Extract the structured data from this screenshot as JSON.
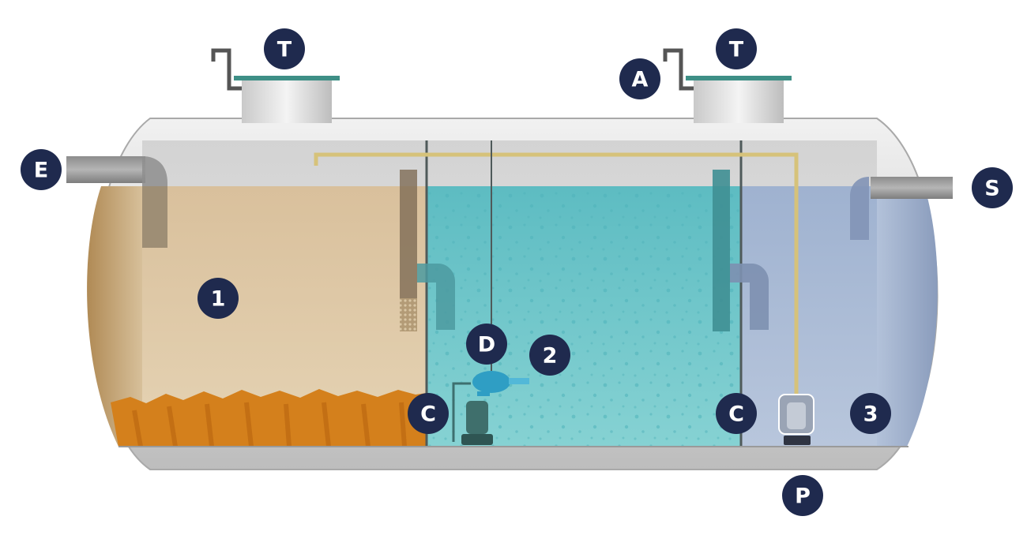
{
  "colors": {
    "badge": "#1f2a4e",
    "badge_text": "#ffffff",
    "tank_shell": "#dcdcdc",
    "chamber_1_water": "#d2b892",
    "sludge": "#d4801c",
    "chamber_2_water": "#6cc4c8",
    "chamber_3_water": "#a7b8d3",
    "air_line": "#d6c27a",
    "lid": "#3e8f86"
  },
  "labels": {
    "cover_left": "T",
    "cover_right": "T",
    "air_vent": "A",
    "inlet": "E",
    "outlet": "S",
    "chamber_1": "1",
    "chamber_2": "2",
    "chamber_3": "3",
    "diffuser": "D",
    "partition_left": "C",
    "partition_right": "C",
    "pump": "P"
  }
}
